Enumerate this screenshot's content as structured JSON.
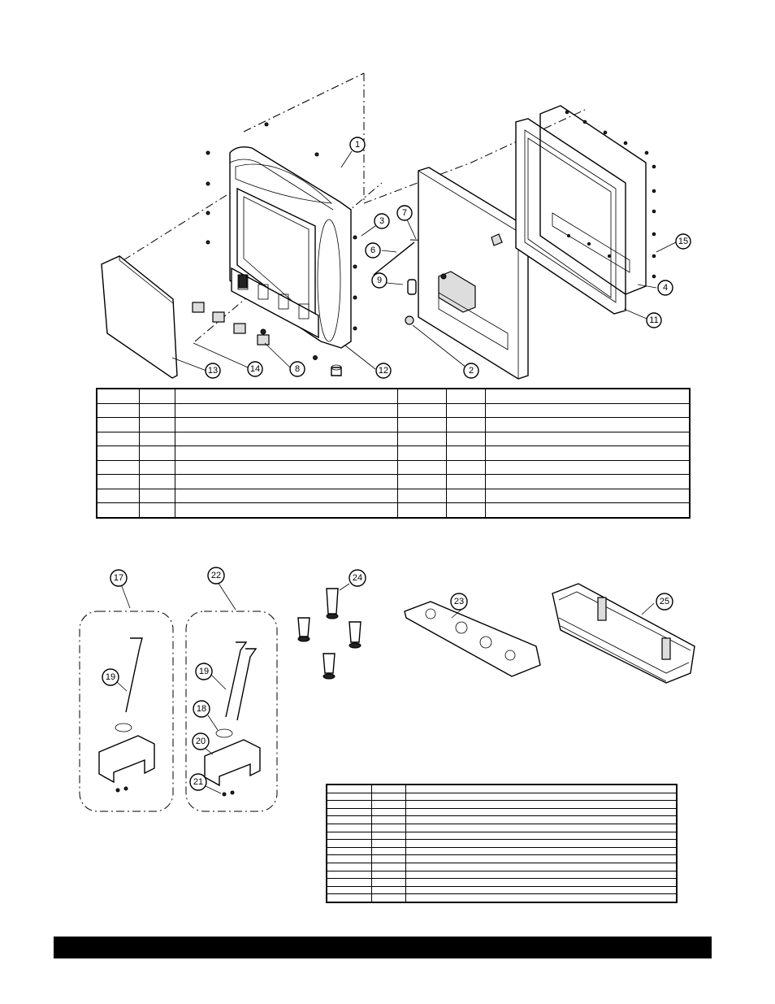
{
  "callouts": {
    "c1": "1",
    "c2": "2",
    "c3": "3",
    "c4": "4",
    "c6": "6",
    "c7": "7",
    "c8": "8",
    "c9": "9",
    "c11": "11",
    "c12": "12",
    "c13": "13",
    "c14": "14",
    "c15": "15",
    "c17": "17",
    "c18": "18",
    "c19a": "19",
    "c19b": "19",
    "c20": "20",
    "c21": "21",
    "c22": "22",
    "c23": "23",
    "c24": "24",
    "c25": "25"
  },
  "colors": {
    "ink": "#000000",
    "paper": "#ffffff",
    "footer": "#000000"
  }
}
